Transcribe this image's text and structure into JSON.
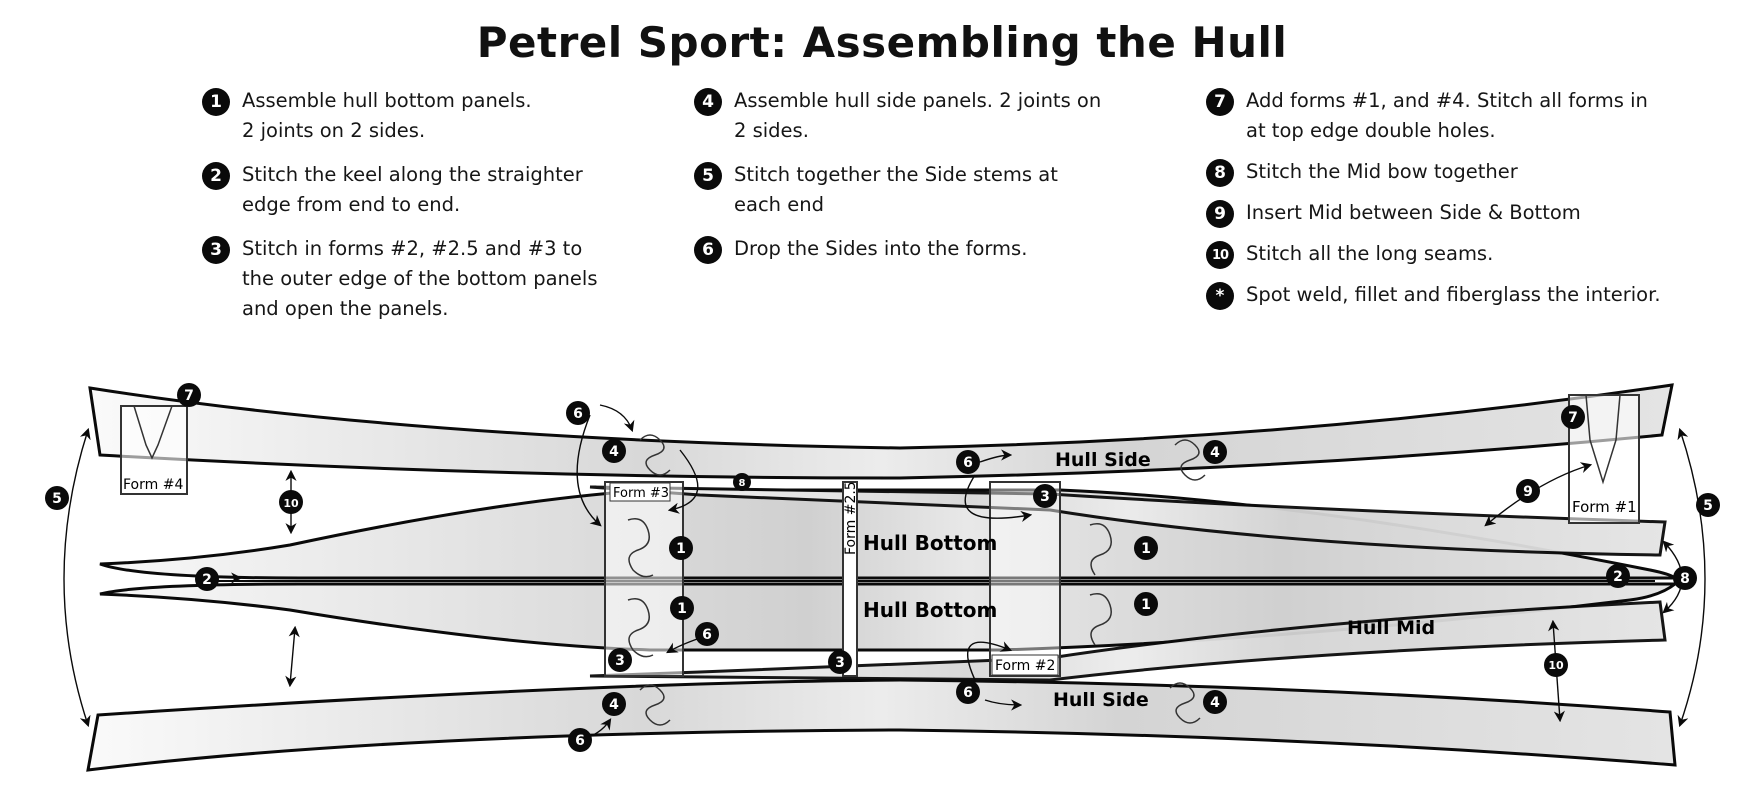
{
  "title": "Petrel Sport: Assembling the Hull",
  "steps": [
    {
      "marker": "1",
      "text": "Assemble hull bottom panels.\n2 joints on 2 sides."
    },
    {
      "marker": "2",
      "text": "Stitch the keel along the straighter\nedge from end to end."
    },
    {
      "marker": "3",
      "text": "Stitch in forms #2, #2.5 and #3 to\nthe outer edge of the bottom panels\nand open the panels."
    },
    {
      "marker": "4",
      "text": "Assemble hull side panels. 2 joints on\n2 sides."
    },
    {
      "marker": "5",
      "text": "Stitch together the Side stems at\neach end"
    },
    {
      "marker": "6",
      "text": "Drop the Sides into the forms."
    },
    {
      "marker": "7",
      "text": "Add forms #1, and #4. Stitch all forms in\nat top edge double holes."
    },
    {
      "marker": "8",
      "text": "Stitch the Mid bow together"
    },
    {
      "marker": "9",
      "text": "Insert Mid between Side & Bottom"
    },
    {
      "marker": "10",
      "text": "Stitch all the long seams."
    },
    {
      "marker": "*",
      "text": "Spot weld, fillet and fiberglass the interior."
    }
  ],
  "diagram": {
    "panel_labels": {
      "hull_side_top": "Hull Side",
      "hull_side_bottom": "Hull Side",
      "hull_bottom_upper": "Hull Bottom",
      "hull_bottom_lower": "Hull Bottom",
      "hull_mid": "Hull Mid"
    },
    "form_labels": {
      "form1": "Form #1",
      "form2": "Form #2",
      "form25": "Form #2.5",
      "form3": "Form #3",
      "form4": "Form #4"
    },
    "callouts": {
      "c1a": "1",
      "c1b": "1",
      "c1c": "1",
      "c1d": "1",
      "c2a": "2",
      "c2b": "2",
      "c3a": "3",
      "c3b": "3",
      "c3c": "3",
      "c4a": "4",
      "c4b": "4",
      "c4c": "4",
      "c4d": "4",
      "c5a": "5",
      "c5b": "5",
      "c6a": "6",
      "c6b": "6",
      "c6c": "6",
      "c6d": "6",
      "c6e": "6",
      "c7a": "7",
      "c7b": "7",
      "c8a": "8",
      "c8b": "8",
      "c9": "9",
      "c10a": "10",
      "c10b": "10"
    },
    "colors": {
      "ink": "#0a0a0a",
      "panel_light": "#f4f4f4",
      "panel_dark": "#cfcfcf",
      "background": "#ffffff"
    }
  }
}
